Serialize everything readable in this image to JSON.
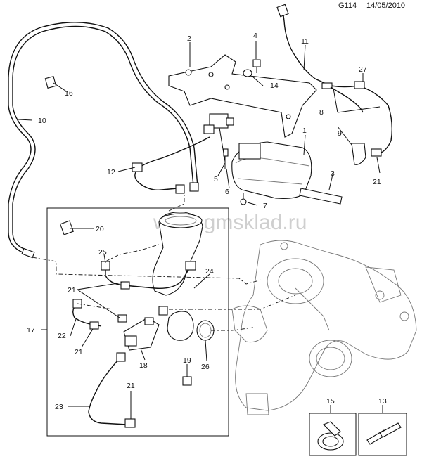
{
  "header": {
    "code": "G114",
    "date": "14/05/2010"
  },
  "watermark": "www.gmsklad.ru",
  "callouts": {
    "c1": "1",
    "c2": "2",
    "c3": "3",
    "c4": "4",
    "c5": "5",
    "c6": "6",
    "c7": "7",
    "c8": "8",
    "c9": "9",
    "c10": "10",
    "c11": "11",
    "c12": "12",
    "c13": "13",
    "c14": "14",
    "c15": "15",
    "c16": "16",
    "c17": "17",
    "c18": "18",
    "c19": "19",
    "c20": "20",
    "c21": "21",
    "c22": "22",
    "c23": "23",
    "c24": "24",
    "c25": "25",
    "c26": "26",
    "c27": "27"
  },
  "colors": {
    "line": "#111111",
    "ghost": "#777777",
    "watermark": "#cfcfcf"
  }
}
